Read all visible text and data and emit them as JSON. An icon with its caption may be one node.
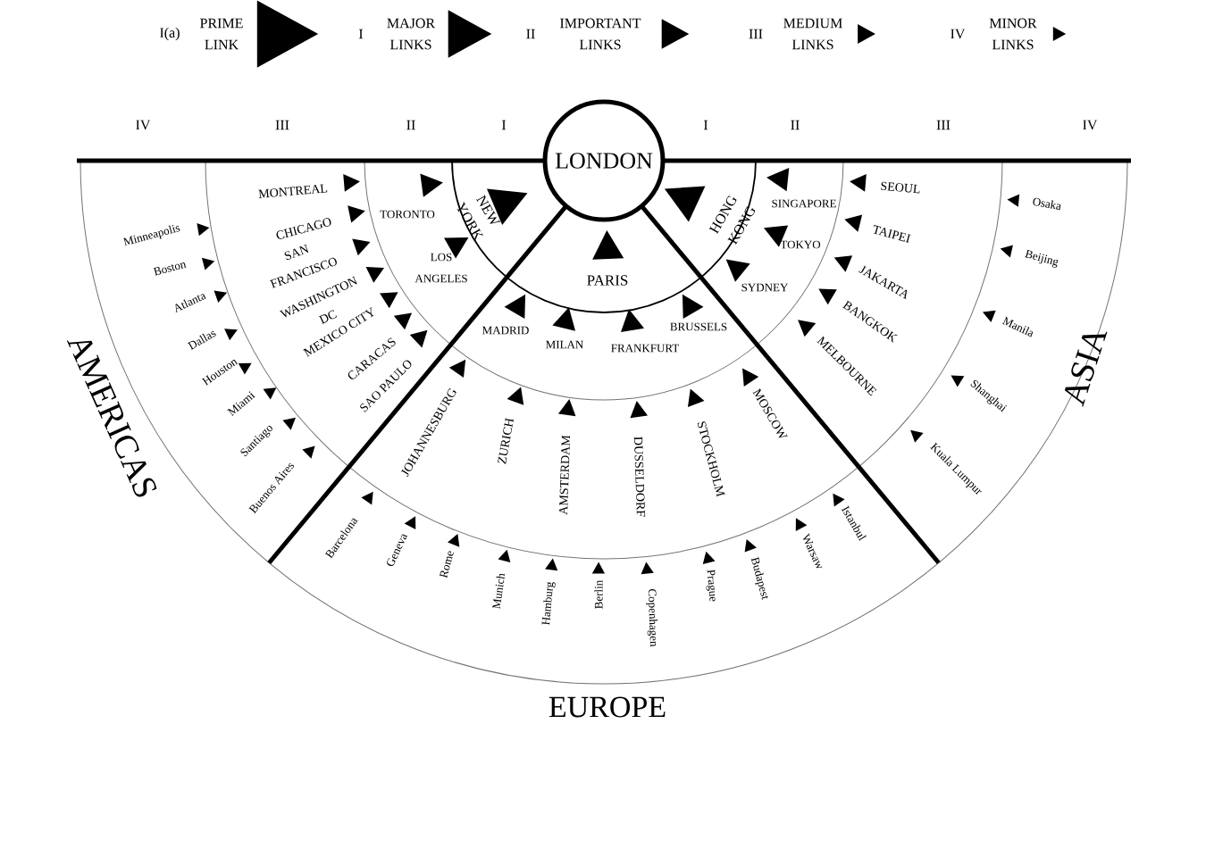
{
  "diagram": {
    "nodes": [
      {
        "text": [
          "LONDON"
        ]
      }
    ],
    "labels": [
      "I(a)",
      "I",
      "II",
      "III",
      "IV",
      "IV",
      "III",
      "II",
      "I",
      "I",
      "II",
      "III",
      "IV",
      "Minneapolis",
      "Boston",
      "Atlanta",
      "Dallas",
      "Houston",
      "Miami",
      "Santiago",
      "Buenos Aires",
      "MONTREAL",
      "CHICAGO",
      "SAN FRANCISCO",
      "WASHINGTON DC",
      "MEXICO CITY",
      "CARACAS",
      "SAO PAULO",
      "TORONTO",
      "LOS ANGELES",
      "NEW YORK",
      "PARIS",
      "HONG KONG",
      "MADRID",
      "MILAN",
      "FRANKFURT",
      "BRUSSELS",
      "SYDNEY",
      "TOKYO",
      "SINGAPORE",
      "SEOUL",
      "TAIPEI",
      "JAKARTA",
      "BANGKOK",
      "MELBOURNE",
      "Osaka",
      "Beijing",
      "Manila",
      "Shanghai",
      "Kuala Lumpur",
      "JOHANNESBURG",
      "ZURICH",
      "AMSTERDAM",
      "DUSSELDORF",
      "STOCKHOLM",
      "MOSCOW",
      "Barcelona",
      "Geneva",
      "Rome",
      "Munich",
      "Hamburg",
      "Berlin",
      "Copenhagen",
      "Prague",
      "Budapest",
      "Warsaw",
      "Istanbul",
      "AMERICAS",
      "ASIA",
      "EUROPE"
    ],
    "legend": [
      {
        "text": "PRIME LINK"
      },
      {
        "text": "MAJOR LINKS"
      },
      {
        "text": "IMPORTANT LINKS"
      },
      {
        "text": "MEDIUM LINKS"
      },
      {
        "text": "MINOR LINKS"
      }
    ]
  }
}
